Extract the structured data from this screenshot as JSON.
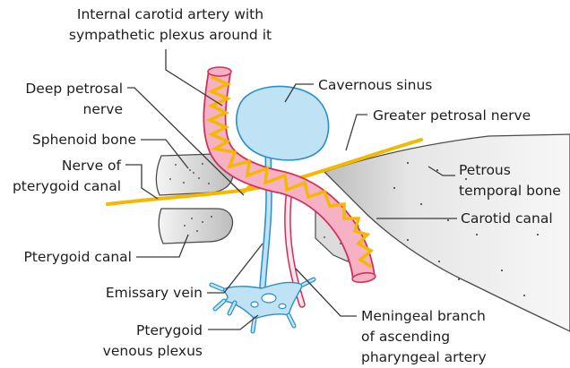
{
  "labels": {
    "ica_line1": "Internal carotid artery with",
    "ica_line2": "sympathetic plexus around it",
    "deep_petrosal_line1": "Deep petrosal",
    "deep_petrosal_line2": "nerve",
    "sphenoid_bone": "Sphenoid bone",
    "nerve_pterygoid_line1": "Nerve of",
    "nerve_pterygoid_line2": "pterygoid canal",
    "pterygoid_canal": "Pterygoid canal",
    "emissary_vein": "Emissary vein",
    "pterygoid_plexus_line1": "Pterygoid",
    "pterygoid_plexus_line2": "venous plexus",
    "cavernous_sinus": "Cavernous sinus",
    "greater_petrosal": "Greater petrosal nerve",
    "petrous_line1": "Petrous",
    "petrous_line2": "temporal bone",
    "carotid_canal": "Carotid canal",
    "meningeal_line1": "Meningeal branch",
    "meningeal_line2": "of ascending",
    "meningeal_line3": "pharyngeal artery"
  },
  "colors": {
    "artery_fill": "#f6b2c4",
    "artery_stroke": "#d02f5a",
    "nerve": "#f4b800",
    "vein_fill": "#bfe2f5",
    "vein_stroke": "#2b8fc7",
    "bone_fill": "#e4e4e4",
    "bone_stroke": "#4a4a4a"
  }
}
